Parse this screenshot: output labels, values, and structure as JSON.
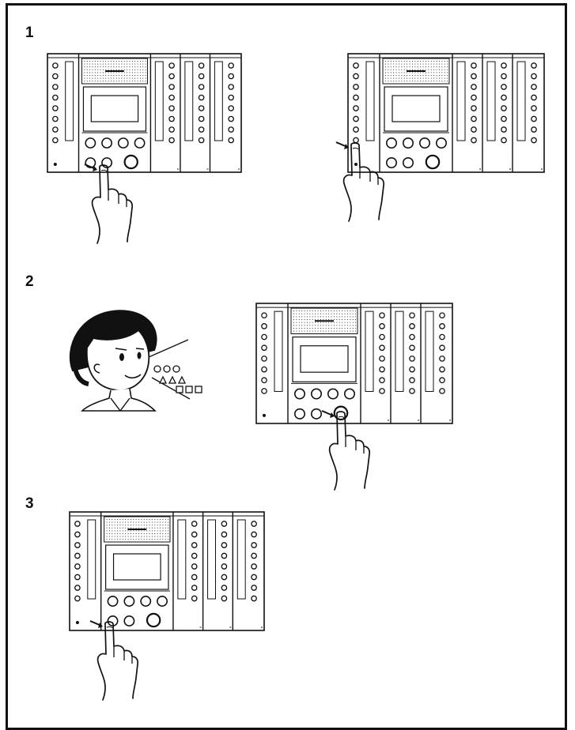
{
  "steps": [
    {
      "number": "1",
      "illustrations": [
        "press-talk-button",
        "press-station-select-button"
      ]
    },
    {
      "number": "2",
      "illustrations": [
        "person-speaking",
        "press-large-button"
      ]
    },
    {
      "number": "3",
      "illustrations": [
        "press-off-button"
      ]
    }
  ],
  "colors": {
    "ink": "#111111",
    "background": "#ffffff",
    "panel_fill": "#f4f4f4"
  },
  "icons": [
    "intercom-master-station",
    "pointing-hand",
    "speaker-grille",
    "speech-symbols"
  ]
}
